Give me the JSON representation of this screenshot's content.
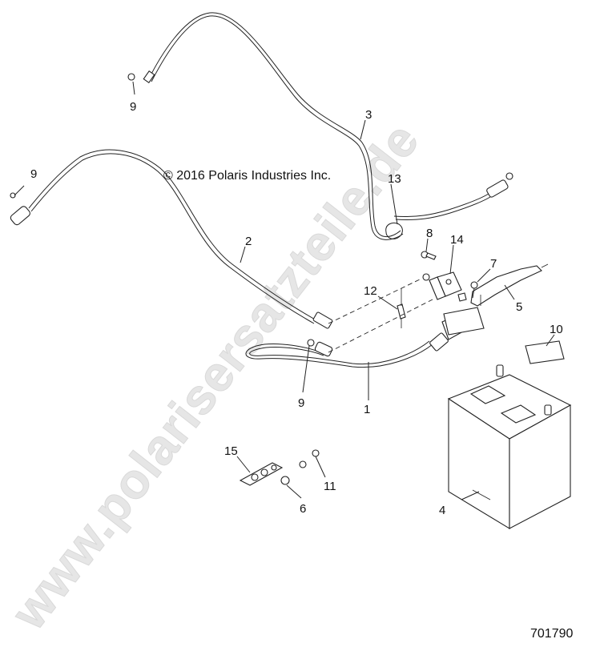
{
  "diagram": {
    "copyright": "© 2016 Polaris Industries Inc.",
    "drawing_number": "701790",
    "watermark": "www.polarisersatzteile.de",
    "callouts": {
      "c1": "1",
      "c2": "2",
      "c3": "3",
      "c4": "4",
      "c5": "5",
      "c6": "6",
      "c7": "7",
      "c8": "8",
      "c9a": "9",
      "c9b": "9",
      "c9c": "9",
      "c10": "10",
      "c11": "11",
      "c12": "12",
      "c13": "13",
      "c14": "14",
      "c15": "15"
    }
  }
}
